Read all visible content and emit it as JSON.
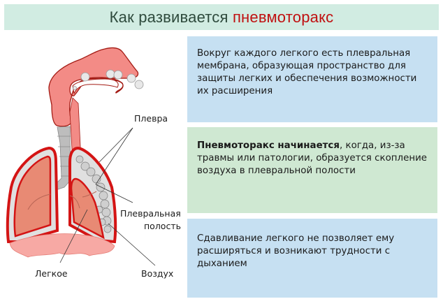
{
  "header": {
    "title_prefix": "Как развивается ",
    "title_accent": "пневмоторакс",
    "background": "#d1ece2",
    "accent_color": "#c01010"
  },
  "boxes": [
    {
      "text": "Вокруг каждого легкого есть плевральная мембрана, образующая пространство для защиты легких и обеспечения возможности их расширения",
      "color": "#c6e0f2"
    },
    {
      "bold": "Пневмоторакс начинается",
      "text": ", когда, из-за травмы или патологии, образуется скопление воздуха в плевральной полости",
      "color": "#cfe8d2"
    },
    {
      "text": "Сдавливание легкого не позволяет ему расширяться и возникают трудности с дыханием",
      "color": "#c6e0f2"
    }
  ],
  "diagram": {
    "labels": {
      "pleura": "Плевра",
      "pleural_cavity_line1": "Плевральная",
      "pleural_cavity_line2": "полость",
      "lung": "Легкое",
      "air": "Воздух"
    }
  }
}
